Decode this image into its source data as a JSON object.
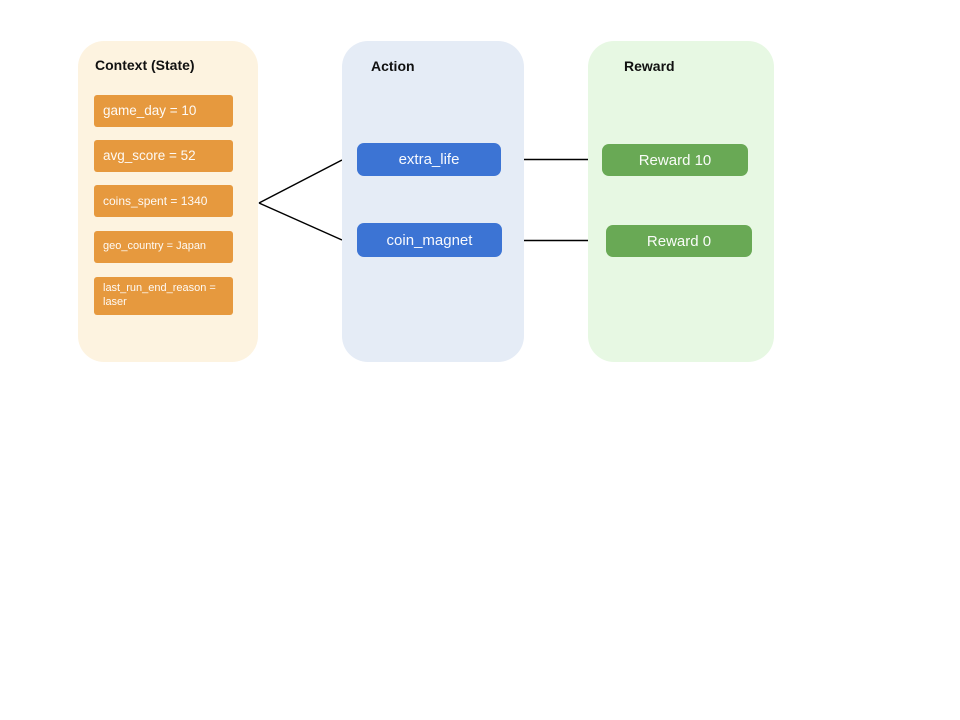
{
  "colors": {
    "context-bg": "#FDF3E0",
    "context-box": "#E6993E",
    "action-bg": "#E5ECF6",
    "action-box": "#3C74D4",
    "reward-bg": "#E7F8E3",
    "reward-box": "#69A955",
    "connector": "#000000"
  },
  "panels": {
    "context": {
      "title": "Context (State)",
      "items": [
        {
          "label": "game_day = 10"
        },
        {
          "label": "avg_score = 52"
        },
        {
          "label": "coins_spent = 1340"
        },
        {
          "label": "geo_country = Japan"
        },
        {
          "label": "last_run_end_reason = laser"
        }
      ]
    },
    "action": {
      "title": "Action",
      "items": [
        {
          "label": "extra_life"
        },
        {
          "label": "coin_magnet"
        }
      ]
    },
    "reward": {
      "title": "Reward",
      "items": [
        {
          "label": "Reward 10"
        },
        {
          "label": "Reward 0"
        }
      ]
    }
  }
}
